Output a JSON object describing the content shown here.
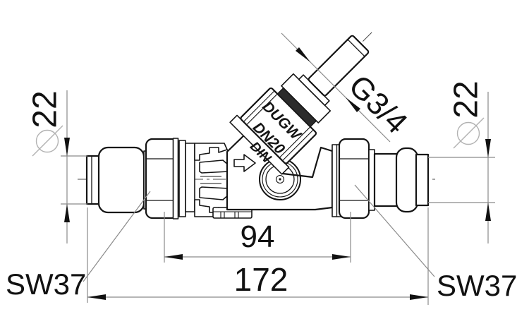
{
  "drawing": {
    "description": "Technical dimension drawing of an inline backflow-preventer valve with press fittings",
    "dimensions": {
      "left_pipe_diameter": "22",
      "right_pipe_diameter": "22",
      "thread_size": "G3/4",
      "body_length": "94",
      "overall_length": "172",
      "left_wrench_size": "SW37",
      "right_wrench_size": "SW37"
    },
    "markings": {
      "line1": "DUGW",
      "line2": "DN20",
      "line3": "DIN"
    },
    "colors": {
      "outline": "#141414",
      "dimension_line": "#8a8a8a",
      "diameter_symbol": "#b2b2b2",
      "centerline": "#4a4a4a",
      "text": "#111111",
      "background": "#ffffff"
    }
  }
}
